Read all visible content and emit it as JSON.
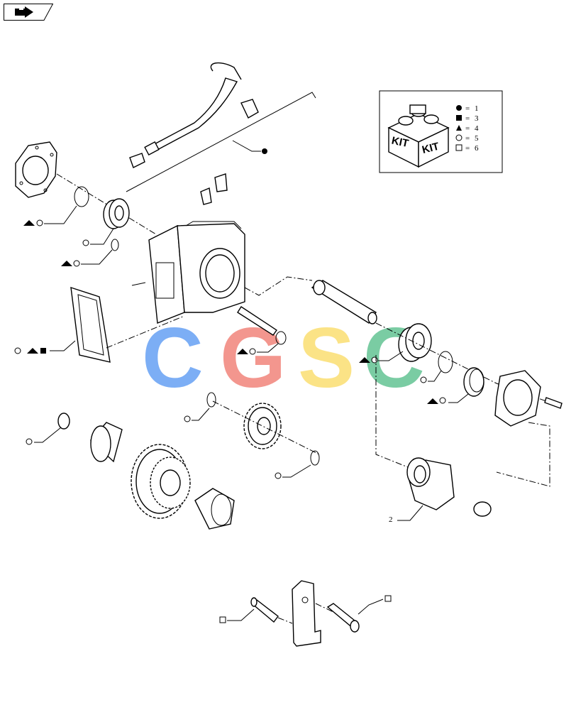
{
  "navigation": {
    "icon": "next-page-arrow-icon"
  },
  "kit_legend": {
    "box_word_1": "KIT",
    "box_word_2": "KIT",
    "entries": [
      {
        "symbol": "filled-circle",
        "value": "1"
      },
      {
        "symbol": "filled-square",
        "value": "3"
      },
      {
        "symbol": "filled-triangle",
        "value": "4"
      },
      {
        "symbol": "open-circle",
        "value": "5"
      },
      {
        "symbol": "open-square",
        "value": "6"
      }
    ]
  },
  "callouts": {
    "flange_number": "2"
  },
  "watermark": {
    "letters": [
      "C",
      "G",
      "S",
      "C"
    ],
    "colors": [
      "#6ea6f5",
      "#f28b82",
      "#fbe07a",
      "#6cc79a"
    ]
  },
  "colors": {
    "line": "#000000",
    "background": "#ffffff"
  }
}
